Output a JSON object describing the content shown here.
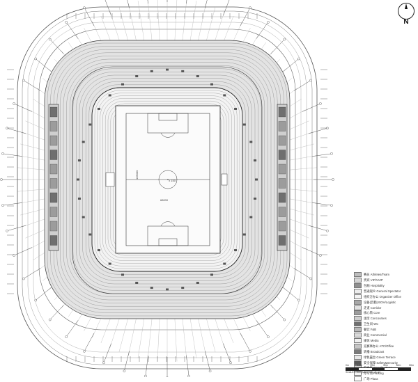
{
  "north_label": "N",
  "field_text": {
    "center_level": "± 150",
    "width_dim": "68000",
    "length_dim": "105000"
  },
  "legend": [
    {
      "label": "赛员 Athletes/Team",
      "color": "#bdbdbd"
    },
    {
      "label": "贵宾 VIP/VVIP",
      "color": "#d6d6d6"
    },
    {
      "label": "包厢 Hospitality",
      "color": "#8f8f8f"
    },
    {
      "label": "普通观众 General Spectator",
      "color": "#ededed"
    },
    {
      "label": "组织方办公 Organizer Office",
      "color": "#f4f4f4"
    },
    {
      "label": "设备(后勤) BOH/Logistic",
      "color": "#a8a8a8"
    },
    {
      "label": "走道 Corridor",
      "color": "#e2e2e2"
    },
    {
      "label": "核心筒 Core",
      "color": "#9c9c9c"
    },
    {
      "label": "坐席 Concourses",
      "color": "#cfcfcf"
    },
    {
      "label": "卫生间 WC",
      "color": "#6f6f6f"
    },
    {
      "label": "餐饮 F&B",
      "color": "#b8b8b8"
    },
    {
      "label": "商业 Commercial",
      "color": "#dadada"
    },
    {
      "label": "媒体 Media",
      "color": "#f0f0f0"
    },
    {
      "label": "竞赛事办公 ATC/Office",
      "color": "#c5c5c5"
    },
    {
      "label": "转播 Broadcast",
      "color": "#7a7a7a"
    },
    {
      "label": "绿色露台 Green Terrace",
      "color": "#e8e8e8"
    },
    {
      "label": "安全保障 Safety&Security",
      "color": "#595959"
    },
    {
      "label": "安全区 Security Zone",
      "color": "#d0d0d0"
    },
    {
      "label": "停车场 Parking",
      "color": "#f6f6f6"
    },
    {
      "label": "广场 Plaza",
      "color": "#fbfbfb"
    }
  ],
  "scale": {
    "ticks": [
      "0m",
      "10m",
      "20m",
      "30m",
      "40m",
      "50m"
    ],
    "caption": "SCALE 1:500 (METERS) @ A3"
  }
}
